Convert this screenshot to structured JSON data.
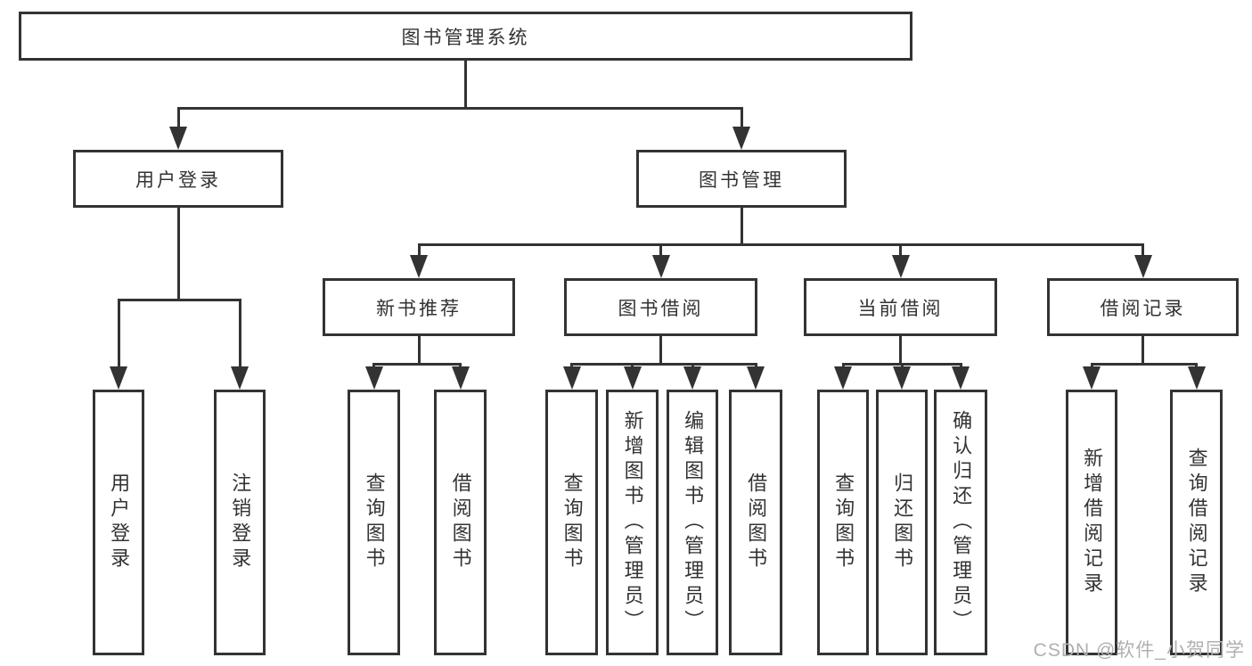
{
  "diagram": {
    "root": {
      "label": "图书管理系统"
    },
    "branches": [
      {
        "label": "用户登录",
        "leaves": [
          {
            "label": "用户登录"
          },
          {
            "label": "注销登录"
          }
        ]
      },
      {
        "label": "图书管理",
        "sections": [
          {
            "label": "新书推荐",
            "leaves": [
              {
                "label": "查询图书"
              },
              {
                "label": "借阅图书"
              }
            ]
          },
          {
            "label": "图书借阅",
            "leaves": [
              {
                "label": "查询图书"
              },
              {
                "label": "新增图书（管理员）"
              },
              {
                "label": "编辑图书（管理员）"
              },
              {
                "label": "借阅图书"
              }
            ]
          },
          {
            "label": "当前借阅",
            "leaves": [
              {
                "label": "查询图书"
              },
              {
                "label": "归还图书"
              },
              {
                "label": "确认归还（管理员）"
              }
            ]
          },
          {
            "label": "借阅记录",
            "leaves": [
              {
                "label": "新增借阅记录"
              },
              {
                "label": "查询借阅记录"
              }
            ]
          }
        ]
      }
    ],
    "colors": {
      "line": "#333333",
      "box_border": "#333333",
      "text": "#333333",
      "background": "#ffffff",
      "watermark": "#b0b0b0"
    }
  },
  "watermark": {
    "text": "CSDN @软件_小贺同学"
  }
}
